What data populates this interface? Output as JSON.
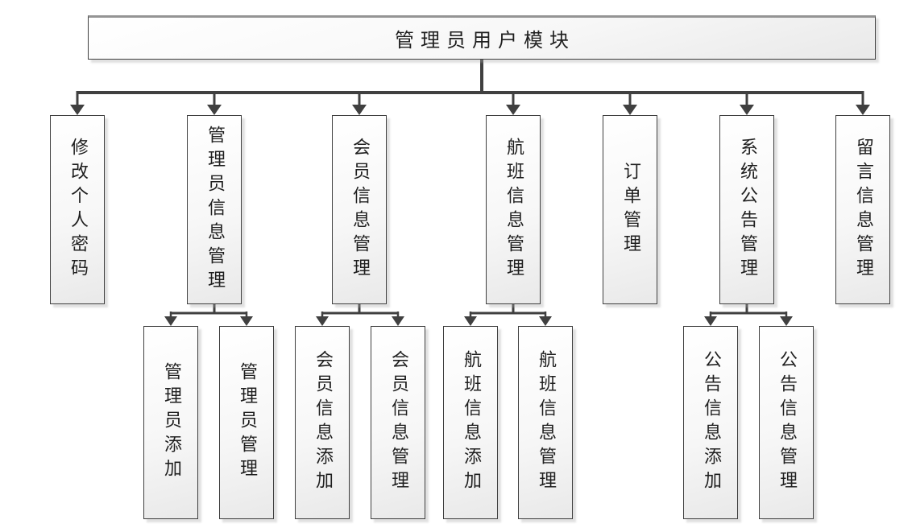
{
  "diagram": {
    "root": {
      "label": "管理员用户模块"
    },
    "children": [
      {
        "label": "修改个人密码",
        "children": []
      },
      {
        "label": "管理员信息管理",
        "children": [
          {
            "label": "管理员添加"
          },
          {
            "label": "管理员管理"
          }
        ]
      },
      {
        "label": "会员信息管理",
        "children": [
          {
            "label": "会员信息添加"
          },
          {
            "label": "会员信息管理"
          }
        ]
      },
      {
        "label": "航班信息管理",
        "children": [
          {
            "label": "航班信息添加"
          },
          {
            "label": "航班信息管理"
          }
        ]
      },
      {
        "label": "订单管理",
        "children": []
      },
      {
        "label": "系统公告管理",
        "children": [
          {
            "label": "公告信息添加"
          },
          {
            "label": "公告信息管理"
          }
        ]
      },
      {
        "label": "留言信息管理",
        "children": []
      }
    ]
  },
  "colors": {
    "connector": "#404040",
    "box_border": "#3f3f3f",
    "box_background_top": "#ffffff",
    "box_background_bottom": "#e9e9e9",
    "text": "#1f1f1f",
    "shadow": "#c8c8c8"
  }
}
